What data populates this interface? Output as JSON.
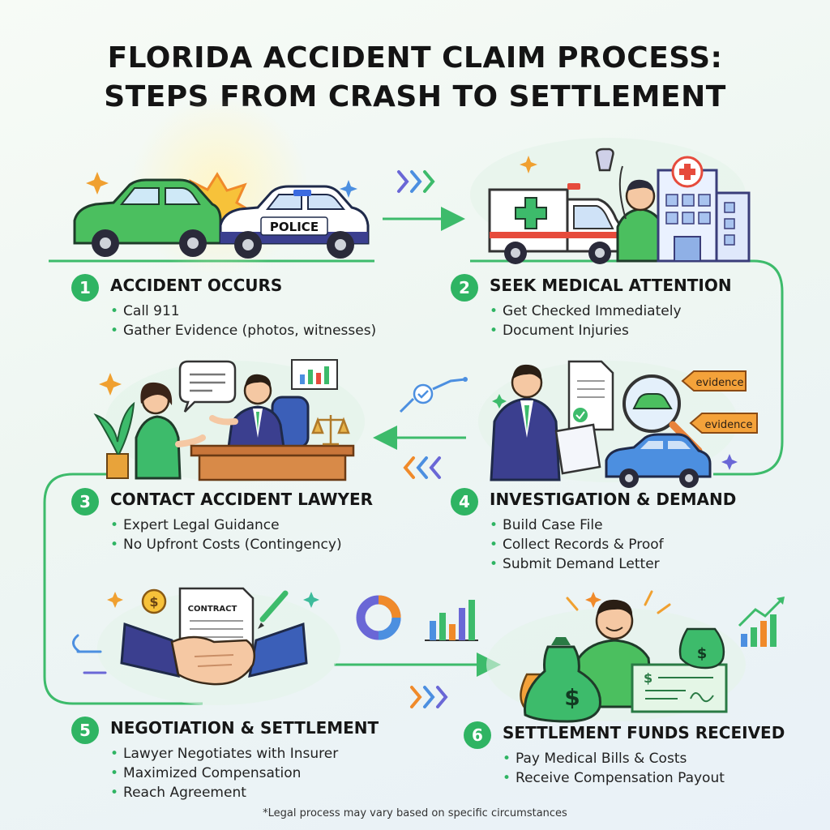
{
  "title": {
    "line1": "FLORIDA ACCIDENT CLAIM PROCESS:",
    "line2": "STEPS FROM CRASH TO SETTLEMENT"
  },
  "steps": [
    {
      "number": "1",
      "heading": "ACCIDENT OCCURS",
      "bullets": [
        "Call 911",
        "Gather Evidence (photos, witnesses)"
      ]
    },
    {
      "number": "2",
      "heading": "SEEK MEDICAL ATTENTION",
      "bullets": [
        "Get Checked Immediately",
        "Document Injuries"
      ]
    },
    {
      "number": "3",
      "heading": "CONTACT ACCIDENT LAWYER",
      "bullets": [
        "Expert Legal Guidance",
        "No Upfront Costs (Contingency)"
      ]
    },
    {
      "number": "4",
      "heading": "INVESTIGATION & DEMAND",
      "bullets": [
        "Build Case File",
        "Collect Records & Proof",
        "Submit Demand Letter"
      ]
    },
    {
      "number": "5",
      "heading": "NEGOTIATION & SETTLEMENT",
      "bullets": [
        "Lawyer Negotiates with Insurer",
        "Maximized Compensation",
        "Reach Agreement"
      ]
    },
    {
      "number": "6",
      "heading": "SETTLEMENT FUNDS RECEIVED",
      "bullets": [
        "Pay Medical Bills & Costs",
        "Receive Compensation Payout"
      ]
    }
  ],
  "illustration_labels": {
    "police": "POLICE",
    "evidence_tag_1": "evidence",
    "evidence_tag_2": "evidence",
    "contract": "CONTRACT"
  },
  "footnote": "*Legal process may vary based on specific circumstances",
  "colors": {
    "accent_green": "#2fb463",
    "connector_green": "#3dbb6b",
    "navy": "#2e2f6e",
    "car_green": "#4bbf5f",
    "police_blue": "#3b3f8f",
    "accent_orange": "#f08a2a"
  },
  "icons": [
    "crash-burst-icon",
    "ambulance-icon",
    "hospital-icon",
    "doctor-icon",
    "lawyer-icon",
    "client-icon",
    "scales-icon",
    "magnifier-icon",
    "document-icon",
    "handshake-icon",
    "money-bag-icon",
    "check-icon",
    "bar-chart-icon",
    "donut-chart-icon",
    "sparkle-icon"
  ]
}
